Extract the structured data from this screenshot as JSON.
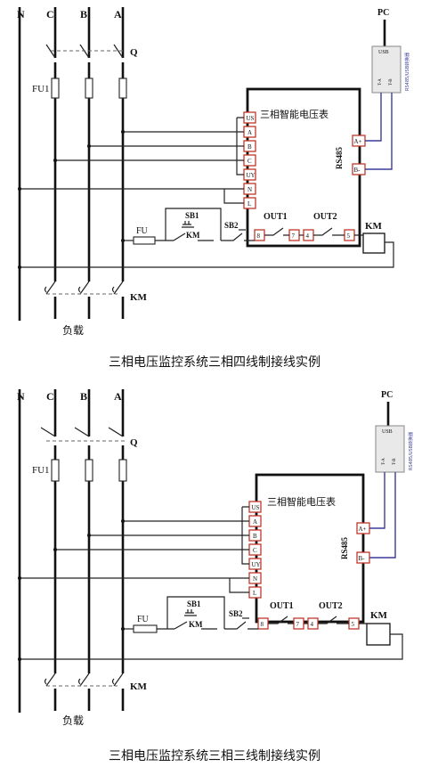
{
  "phases": {
    "n": "N",
    "c": "C",
    "b": "B",
    "a": "A"
  },
  "labels": {
    "pc": "PC",
    "usb": "USB",
    "converter": "RS485/USB转换器",
    "q": "Q",
    "fu1": "FU1",
    "km": "KM",
    "load": "负载",
    "fu": "FU",
    "sb1": "SB1",
    "sb2": "SB2",
    "out1": "OUT1",
    "out2": "OUT2",
    "rs485": "RS485",
    "meter": "三相智能电压表",
    "conv_t_a": "T-A",
    "conv_t_b": "T-B"
  },
  "terminals": [
    "US",
    "A",
    "B",
    "C",
    "UY",
    "N",
    "L"
  ],
  "io_terminals": {
    "t8": "8",
    "t7": "7",
    "t4": "4",
    "t5": "5",
    "ap": "A+",
    "bm": "B-"
  },
  "captions": {
    "top": "三相电压监控系统三相四线制接线实例",
    "bottom": "三相电压监控系统三相三线制接线实例"
  }
}
